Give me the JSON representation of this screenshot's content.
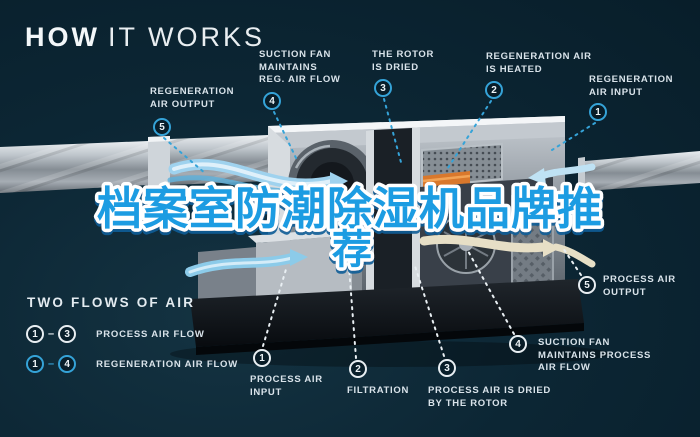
{
  "header": {
    "title_bold": "HOW",
    "title_rest": "IT WORKS"
  },
  "watermark": {
    "line1": "档案室防潮除湿机品牌推",
    "line2": "荐"
  },
  "colors": {
    "background": "#0a2330",
    "accent_cyan": "#35a3d8",
    "watermark_blue": "#1d9ce2",
    "label_text": "#d9e3ea",
    "heater_orange": "#d9782c"
  },
  "callouts": {
    "top": [
      {
        "num": "5",
        "text": "REGENERATION\nAIR OUTPUT"
      },
      {
        "num": "4",
        "text": "SUCTION FAN\nMAINTAINS\nREG. AIR FLOW"
      },
      {
        "num": "3",
        "text": "THE ROTOR\nIS DRIED"
      },
      {
        "num": "2",
        "text": "REGENERATION AIR\nIS HEATED"
      },
      {
        "num": "1",
        "text": "REGENERATION\nAIR INPUT"
      }
    ],
    "bottom": [
      {
        "num": "1",
        "text": "PROCESS AIR\nINPUT"
      },
      {
        "num": "2",
        "text": "FILTRATION"
      },
      {
        "num": "3",
        "text": "PROCESS AIR IS DRIED\nBY THE ROTOR"
      },
      {
        "num": "4",
        "text": "SUCTION FAN\nMAINTAINS PROCESS\nAIR FLOW"
      },
      {
        "num": "5",
        "text": "PROCESS AIR\nOUTPUT"
      }
    ]
  },
  "legend": {
    "heading": "TWO FLOWS OF AIR",
    "rows": [
      {
        "from": "1",
        "dash": "–",
        "to": "3",
        "label": "PROCESS AIR FLOW",
        "style": "white"
      },
      {
        "from": "1",
        "dash": "–",
        "to": "4",
        "label": "REGENERATION AIR FLOW",
        "style": "cyan"
      }
    ]
  }
}
